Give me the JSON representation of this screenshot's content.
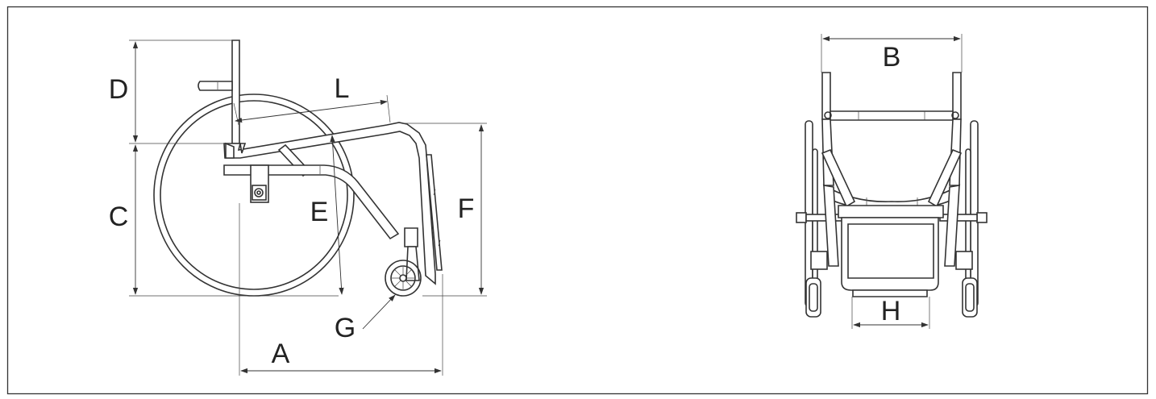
{
  "colors": {
    "ink": "#333333",
    "background": "#ffffff"
  },
  "side_view": {
    "labels": {
      "A": "A",
      "C": "C",
      "D": "D",
      "E": "E",
      "F": "F",
      "G": "G",
      "L": "L"
    }
  },
  "front_view": {
    "labels": {
      "B": "B",
      "H": "H"
    }
  }
}
